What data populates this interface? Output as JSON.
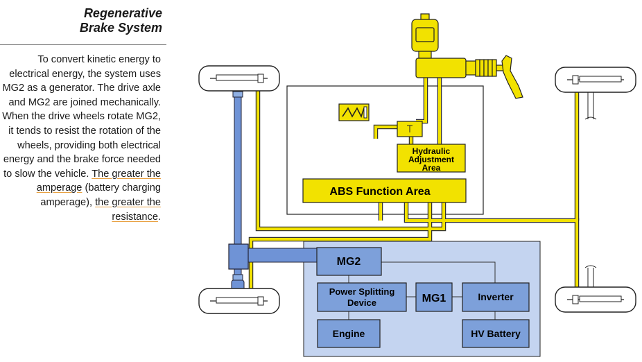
{
  "sidebar": {
    "title_line1": "Regenerative",
    "title_line2": "Brake System",
    "para_1": "To convert kinetic energy to electrical energy, the system uses MG2 as a generator. The drive axle and MG2 are joined mechanically. When the drive wheels rotate MG2, it tends to resist the rotation of the wheels, providing both electrical energy and the brake force needed to slow the vehicle. ",
    "para_hl_1": "The greater the amperage",
    "para_2": " (battery charging amperage), ",
    "para_hl_2": "the greater the resistance",
    "para_3": "."
  },
  "diagram": {
    "hydraulic_label_1": "Hydraulic",
    "hydraulic_label_2": "Adjustment",
    "hydraulic_label_3": "Area",
    "abs_label": "ABS Function Area",
    "mg2_label": "MG2",
    "psd_label_1": "Power Splitting",
    "psd_label_2": "Device",
    "mg1_label": "MG1",
    "inverter_label": "Inverter",
    "engine_label": "Engine",
    "hv_battery_label": "HV Battery"
  },
  "colors": {
    "yellow": "#f2e200",
    "blue_box": "#7da0da",
    "hybrid_panel": "#c4d4f0",
    "axle_blue": "#6f93d6"
  }
}
